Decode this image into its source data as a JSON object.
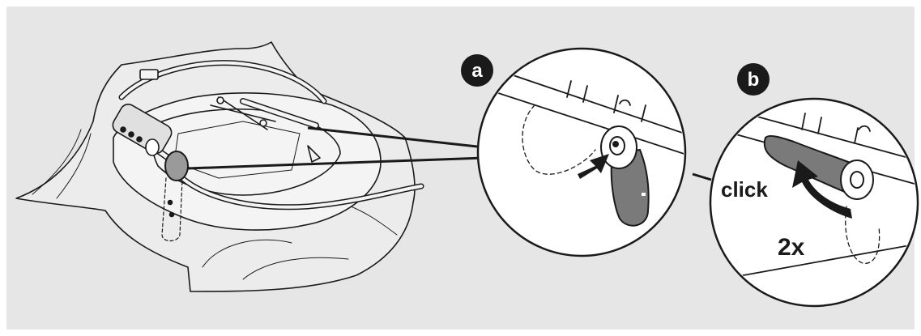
{
  "colors": {
    "panel": "#e6e6e6",
    "circle_fill": "#ffffff",
    "line": "#1a1a1a",
    "part_gray": "#7a7a7a",
    "badge": "#1a1a1a",
    "badge_text": "#ffffff"
  },
  "callouts": {
    "a": {
      "badge": "a"
    },
    "b": {
      "badge": "b",
      "action": "click",
      "repeat": "2x"
    }
  },
  "icons": [
    "arrow-press-icon",
    "arrow-rotate-icon"
  ]
}
